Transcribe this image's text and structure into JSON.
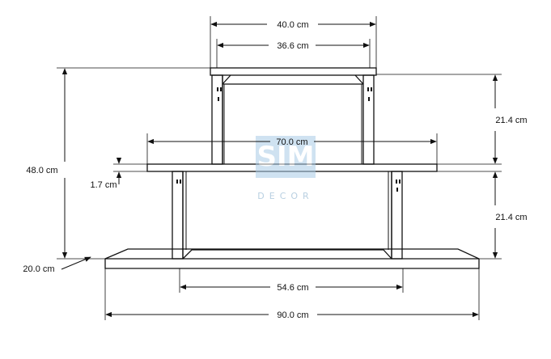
{
  "dimensions": {
    "top_outer_width": "40.0 cm",
    "top_inner_width": "36.6 cm",
    "middle_shelf_width": "70.0 cm",
    "total_height": "48.0 cm",
    "shelf_thickness": "1.7 cm",
    "upper_height": "21.4 cm",
    "lower_height": "21.4 cm",
    "depth": "20.0 cm",
    "lower_inner_width": "54.6 cm",
    "total_width": "90.0 cm"
  },
  "watermark": {
    "logo_text": "SIM",
    "sub_text": "DECOR"
  },
  "colors": {
    "line": "#111111",
    "watermark": "#8fb8d8"
  }
}
